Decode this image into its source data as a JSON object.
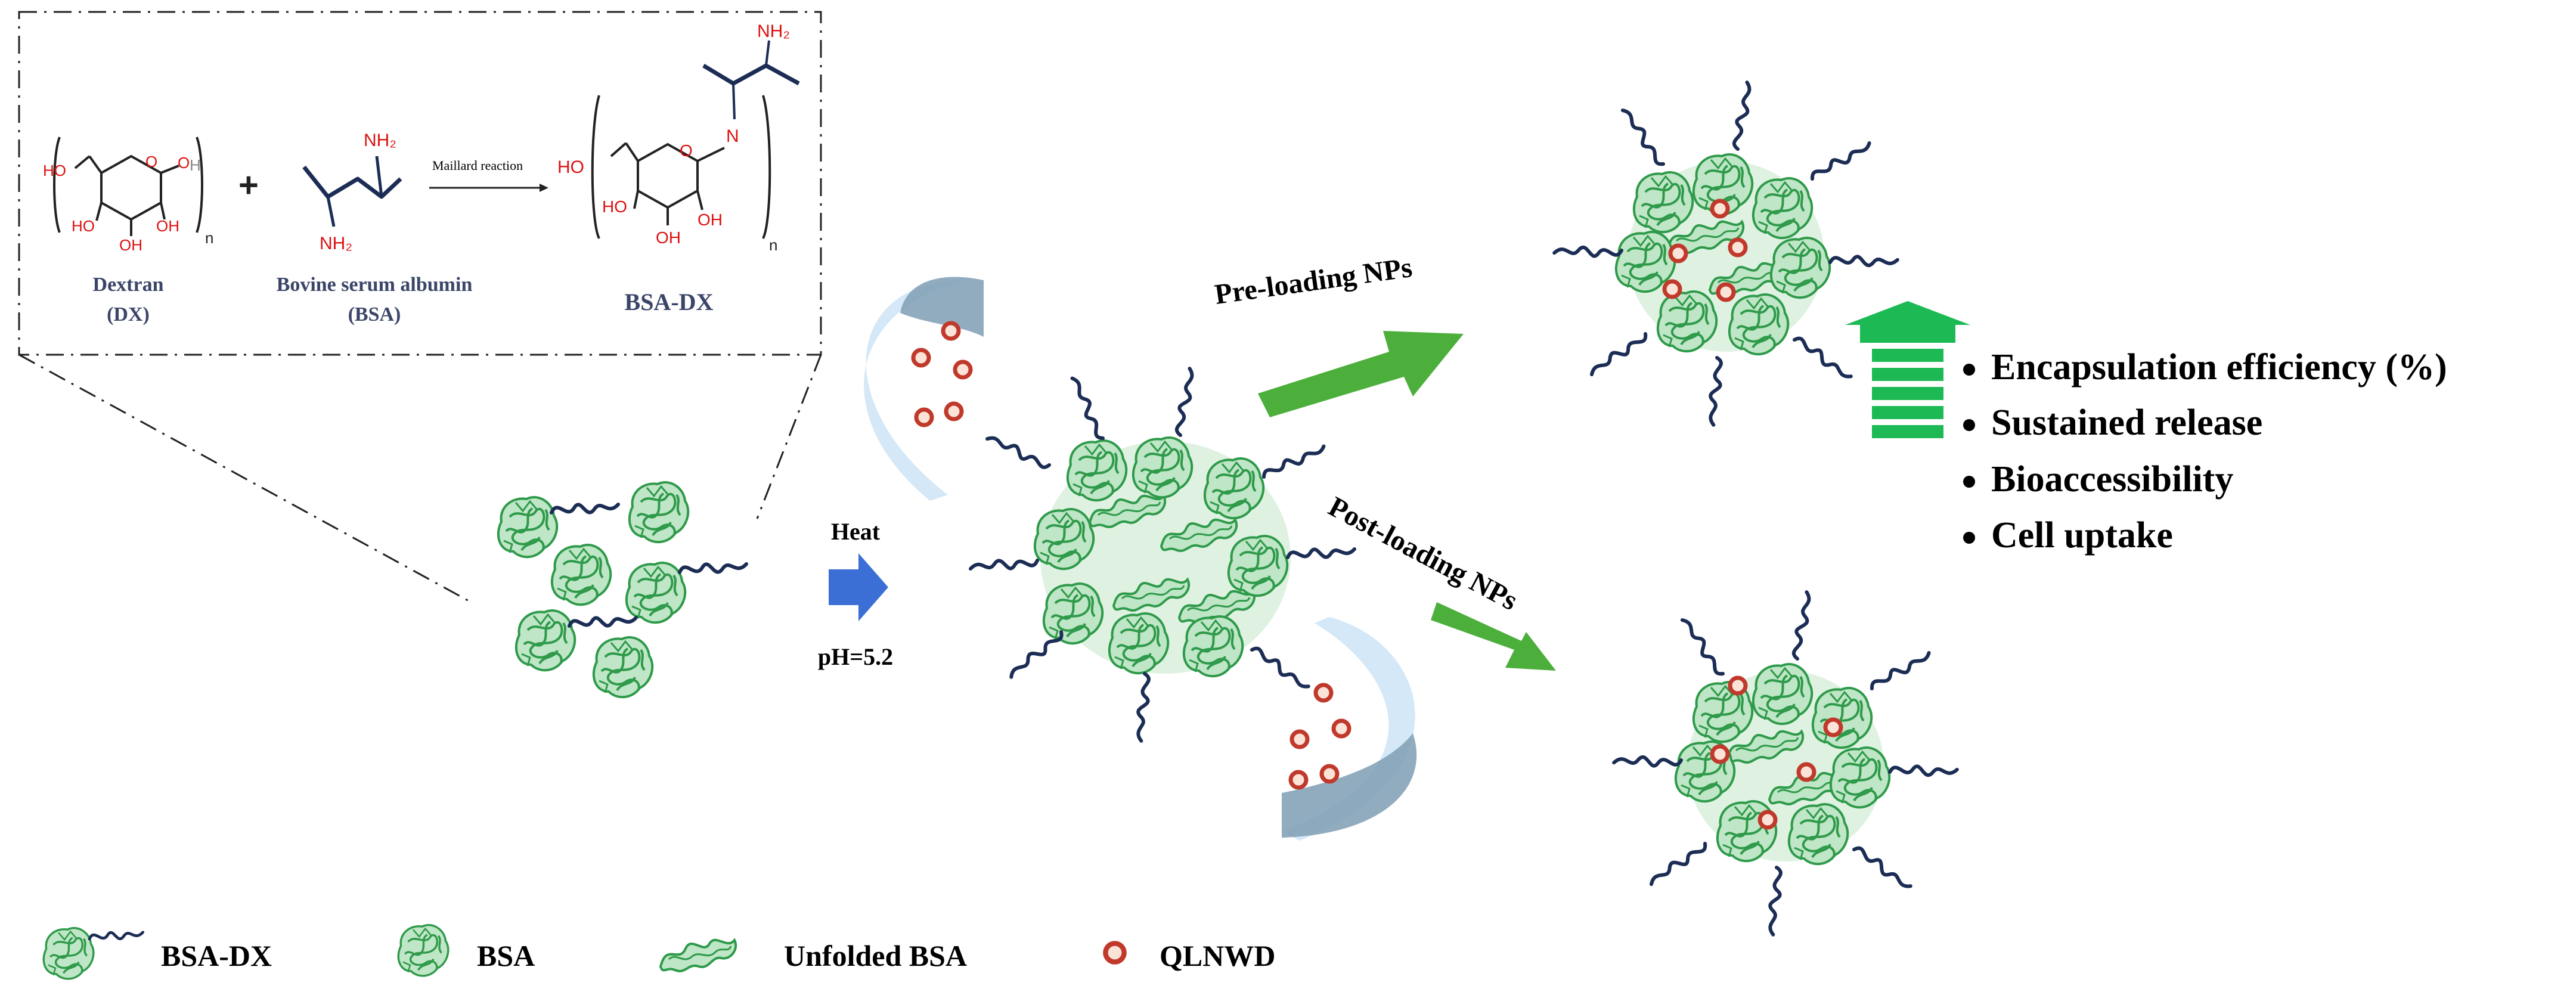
{
  "inset": {
    "dextran_name": "Dextran",
    "dextran_abbr": "(DX)",
    "bsa_name": "Bovine serum albumin",
    "bsa_abbr": "(BSA)",
    "product_name": "BSA-DX",
    "reaction_label": "Maillard reaction",
    "plus": "+",
    "subscript_n": "n",
    "groups": {
      "ho": "HO",
      "oh": "OH",
      "o": "O",
      "h": "H",
      "nh2": "NH₂",
      "n": "N"
    }
  },
  "process": {
    "heat_label": "Heat",
    "ph_label": "pH=5.2",
    "preloading_label": "Pre-loading NPs",
    "postloading_label": "Post-loading NPs"
  },
  "benefits": [
    "Encapsulation efficiency (%)",
    "Sustained release",
    "Bioaccessibility",
    "Cell uptake"
  ],
  "legend": [
    {
      "label": "BSA-DX"
    },
    {
      "label": "BSA"
    },
    {
      "label": "Unfolded BSA"
    },
    {
      "label": "QLNWD"
    }
  ],
  "colors": {
    "protein": "#2e9a4a",
    "protein_fill": "#bfe6c6",
    "chain": "#1c2d55",
    "drug_ring": "#c0392b",
    "drug_fill": "#fbe3d8",
    "arrow_green": "#4caf3c",
    "arrow_blue": "#3b6fd6",
    "up_arrow": "#1db954",
    "curved_light": "#cfe6f7",
    "curved_dark": "#7f9db4"
  }
}
